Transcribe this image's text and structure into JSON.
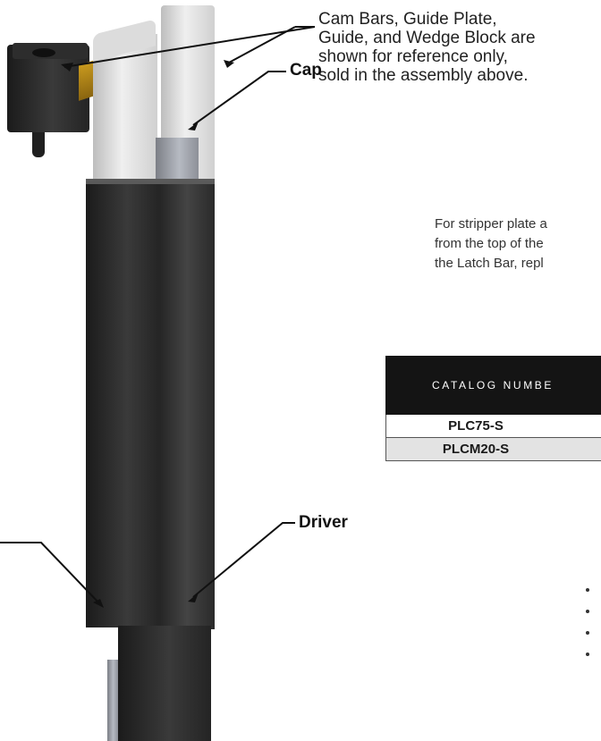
{
  "callouts": {
    "note_line1": "Cam Bars, Guide Plate,",
    "note_line2": "Guide, and Wedge Block are",
    "note_line3": "shown for reference only,",
    "note_line4": "sold in the assembly above.",
    "cap": "Cap",
    "driver": "Driver"
  },
  "paragraph": {
    "line1": "For stripper plate a",
    "line2": "from the top of the",
    "line3": "the Latch Bar, repl"
  },
  "table": {
    "header": "catalog numbe",
    "rows": [
      "PLC75-S",
      "PLCM20-S"
    ]
  },
  "bullets": [
    "",
    "",
    "",
    ""
  ],
  "colors": {
    "table_header_bg": "#141414",
    "row_alt_bg": "#e3e3e3"
  }
}
